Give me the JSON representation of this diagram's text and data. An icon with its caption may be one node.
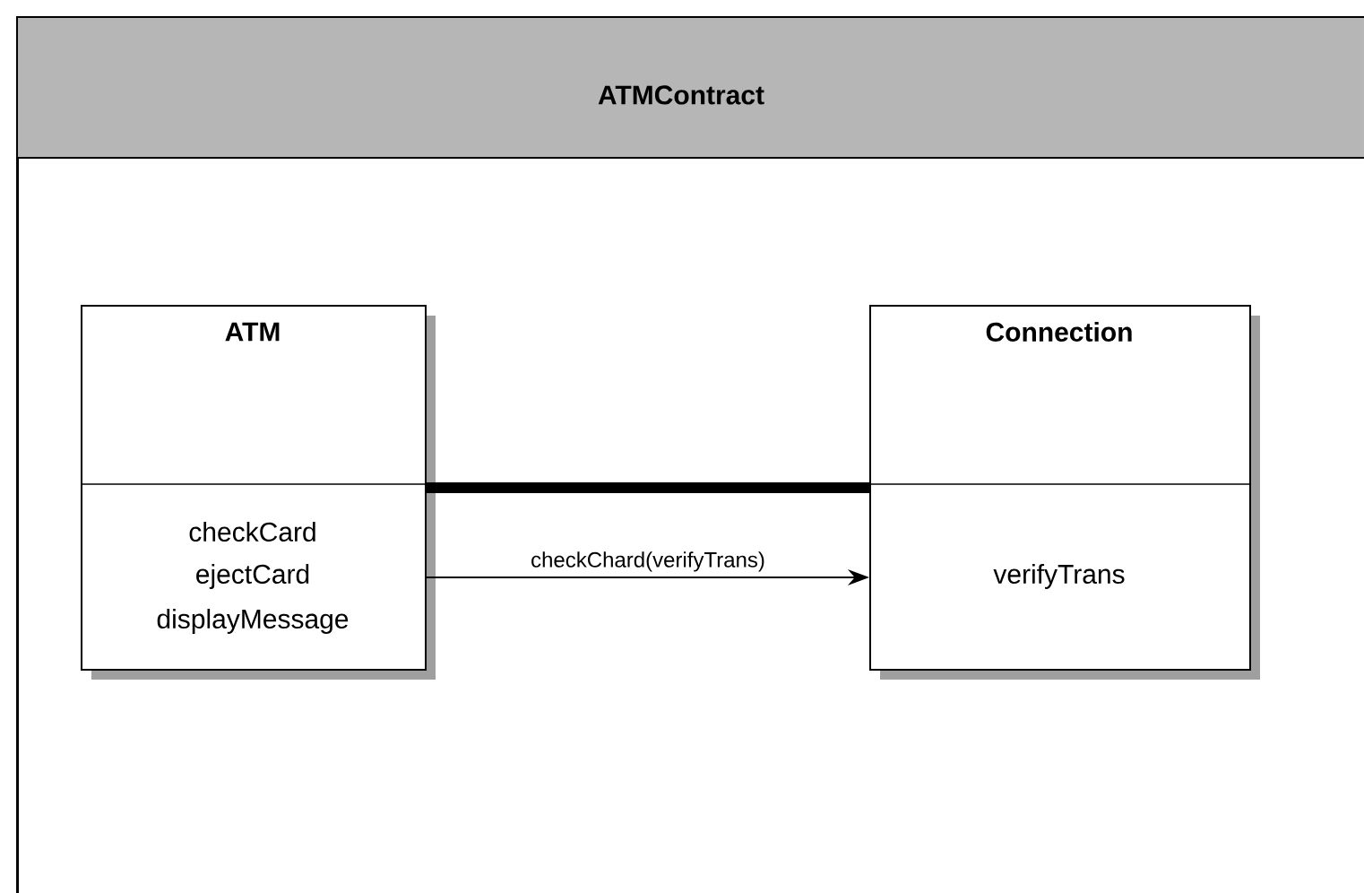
{
  "diagram": {
    "nodes": [
      {
        "text": [
          "ATMContract"
        ]
      },
      {
        "text": [
          "ATM",
          "checkCard",
          "ejectCard",
          "displayMessage"
        ],
        "in": 0
      },
      {
        "text": [
          "Connection",
          "verifyTrans"
        ],
        "in": 0
      }
    ],
    "edges": [
      {
        "from": 1,
        "to": 2,
        "arrow": "none",
        "style": "thick"
      },
      {
        "from": 1,
        "to": 2,
        "arrow": "to",
        "label": "checkChard(verifyTrans)"
      }
    ]
  }
}
